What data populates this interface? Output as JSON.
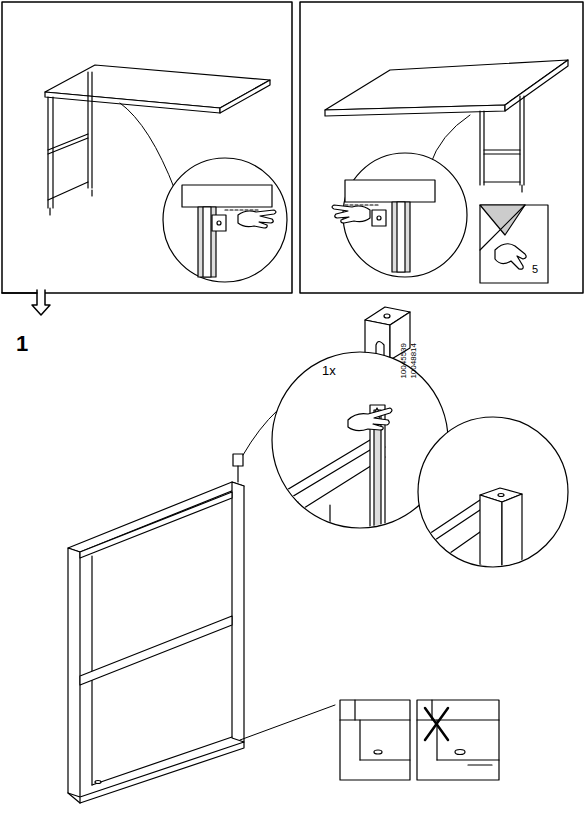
{
  "diagram": {
    "labels": [
      "5",
      "1",
      "1x",
      "10045539",
      "10048814"
    ]
  }
}
